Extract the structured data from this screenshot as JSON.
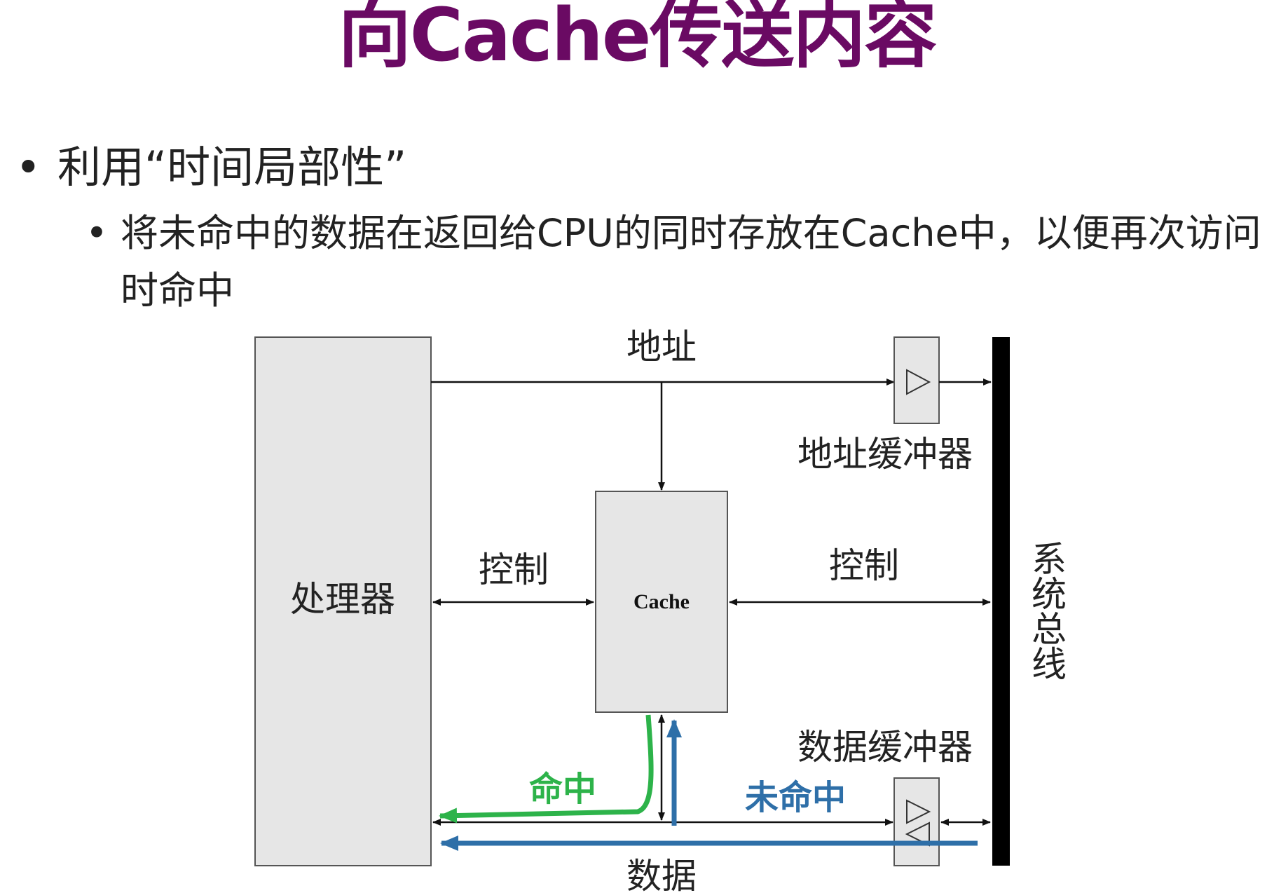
{
  "title": "向Cache传送内容",
  "bullets": [
    {
      "text": "利用“时间局部性”",
      "sub": [
        "将未命中的数据在返回给CPU的同时存放在Cache中，以便再次访问时命中"
      ]
    }
  ],
  "diagram": {
    "processor_label": "处理器",
    "cache_label": "Cache",
    "address_label": "地址",
    "address_buffer_label": "地址缓冲器",
    "control_left_label": "控制",
    "control_right_label": "控制",
    "system_bus_label": [
      "系",
      "统",
      "总",
      "线"
    ],
    "data_buffer_label": "数据缓冲器",
    "data_label": "数据",
    "hit_label": "命中",
    "miss_label": "未命中",
    "colors": {
      "hit": "#2db34a",
      "miss": "#2e6fa8",
      "box_fill": "#e6e6e6",
      "line": "#111111",
      "title": "#6a0a63"
    }
  }
}
